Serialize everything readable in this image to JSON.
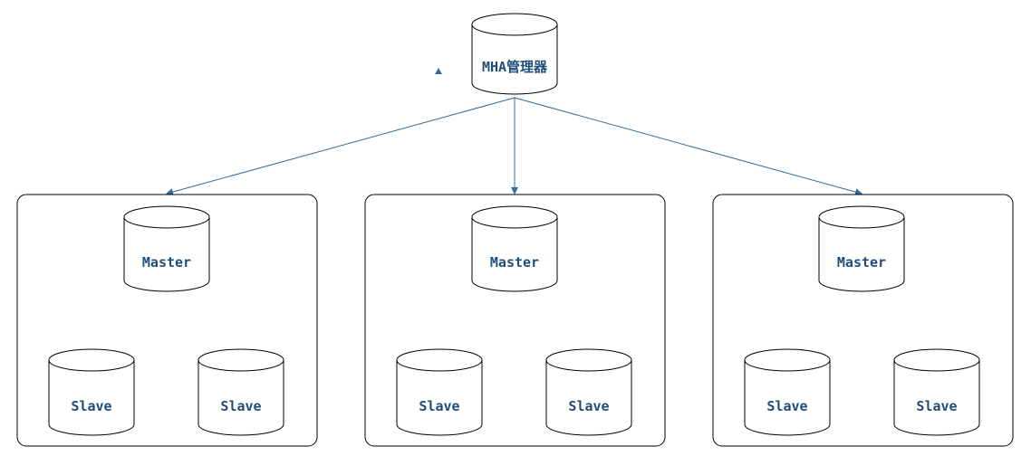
{
  "manager": {
    "label": "MHA管理器"
  },
  "groups": [
    {
      "master": "Master",
      "slaves": [
        "Slave",
        "Slave"
      ]
    },
    {
      "master": "Master",
      "slaves": [
        "Slave",
        "Slave"
      ]
    },
    {
      "master": "Master",
      "slaves": [
        "Slave",
        "Slave"
      ]
    }
  ],
  "colors": {
    "edge": "#2f6b9a",
    "label": "#1f4e79"
  }
}
